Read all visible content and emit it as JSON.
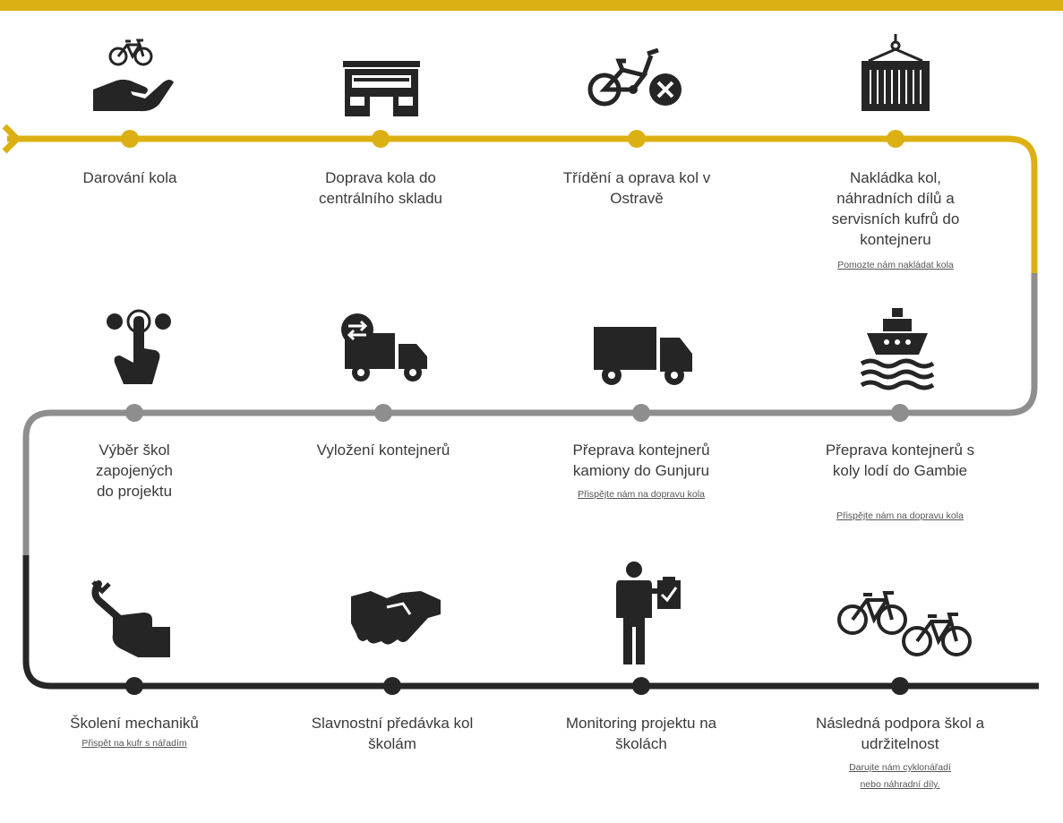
{
  "colors": {
    "stage1": "#dcb012",
    "stage2": "#8e8e8e",
    "stage3": "#262626",
    "icon": "#252525",
    "text": "#3a3a3a"
  },
  "steps": [
    {
      "label": "Darování kola",
      "icon": "hand-giving-bicycle-icon"
    },
    {
      "label": "Doprava kola do centrálního skladu",
      "icon": "warehouse-icon"
    },
    {
      "label": "Třídění a oprava kol v Ostravě",
      "icon": "bicycle-repair-icon"
    },
    {
      "label": "Nakládka kol, náhradních dílů a servisních kufrů do kontejneru",
      "icon": "container-crane-icon",
      "link": "Pomozte nám nakládat kola"
    },
    {
      "label": "Výběr škol zapojených do projektu",
      "icon": "finger-selection-icon"
    },
    {
      "label": "Vyložení kontejnerů",
      "icon": "unloading-truck-icon"
    },
    {
      "label": "Přeprava kontejnerů kamiony do Gunjuru",
      "icon": "truck-icon",
      "link": "Přispějte nám na dopravu kola"
    },
    {
      "label": "Přeprava kontejnerů s koly lodí do Gambie",
      "icon": "ship-icon",
      "link": "Přispějte nám na dopravu kola"
    },
    {
      "label": "Školení mechaniků",
      "icon": "hand-wrench-icon",
      "link": "Přispět na kufr s nářadím"
    },
    {
      "label": "Slavnostní předávka kol školám",
      "icon": "handshake-icon"
    },
    {
      "label": "Monitoring projektu na školách",
      "icon": "person-clipboard-icon"
    },
    {
      "label": "Následná podpora škol a udržitelnost",
      "icon": "two-bicycles-icon",
      "link": "Darujte nám cyklonářadí nebo náhradní díly."
    }
  ]
}
